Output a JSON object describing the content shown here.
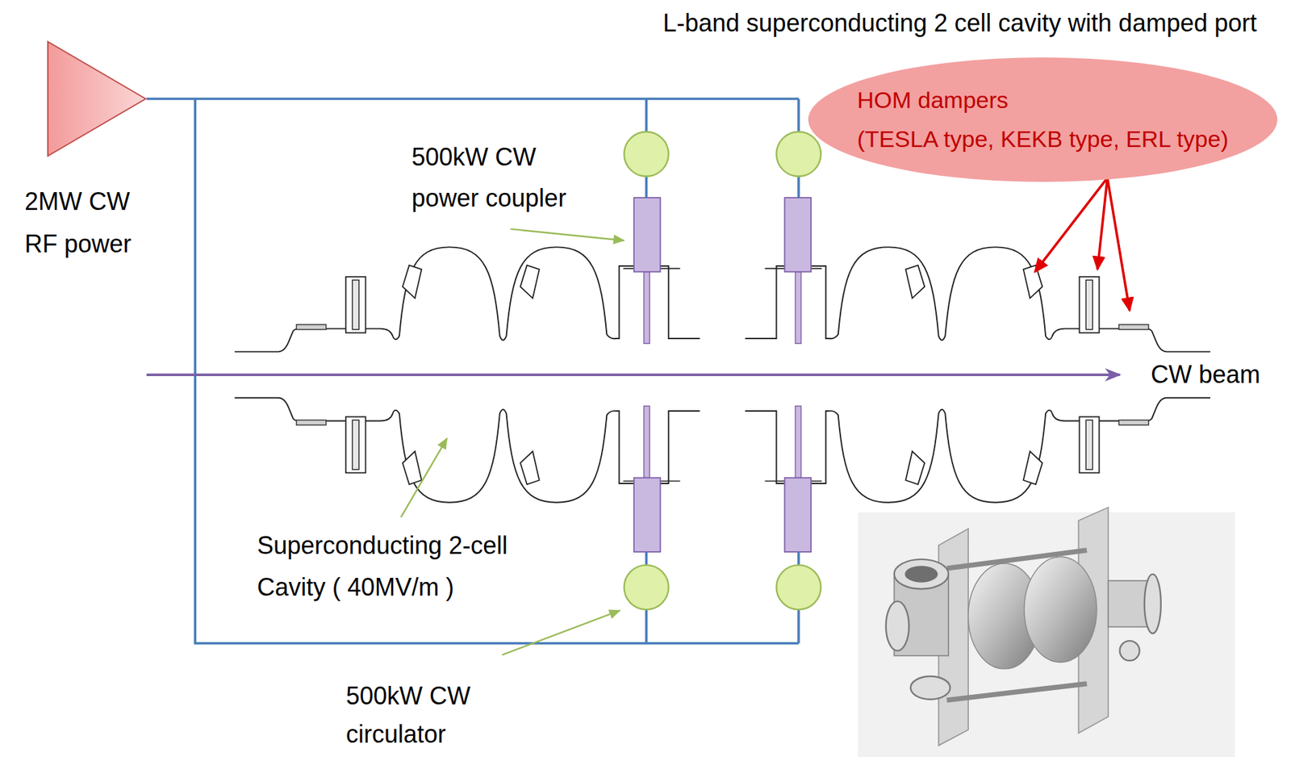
{
  "diagram": {
    "title": "L-band superconducting 2 cell cavity with damped port",
    "nodes": [
      {
        "text": [
          "2MW CW RF power"
        ]
      },
      {
        "text": [
          "HOM dampers",
          "(TESLA type, KEKB type, ERL type)"
        ]
      }
    ],
    "labels": [
      "500kW CW power coupler",
      "CW beam",
      "Superconducting 2-cell Cavity ( 40MV/m )",
      "500kW CW circulator"
    ]
  }
}
